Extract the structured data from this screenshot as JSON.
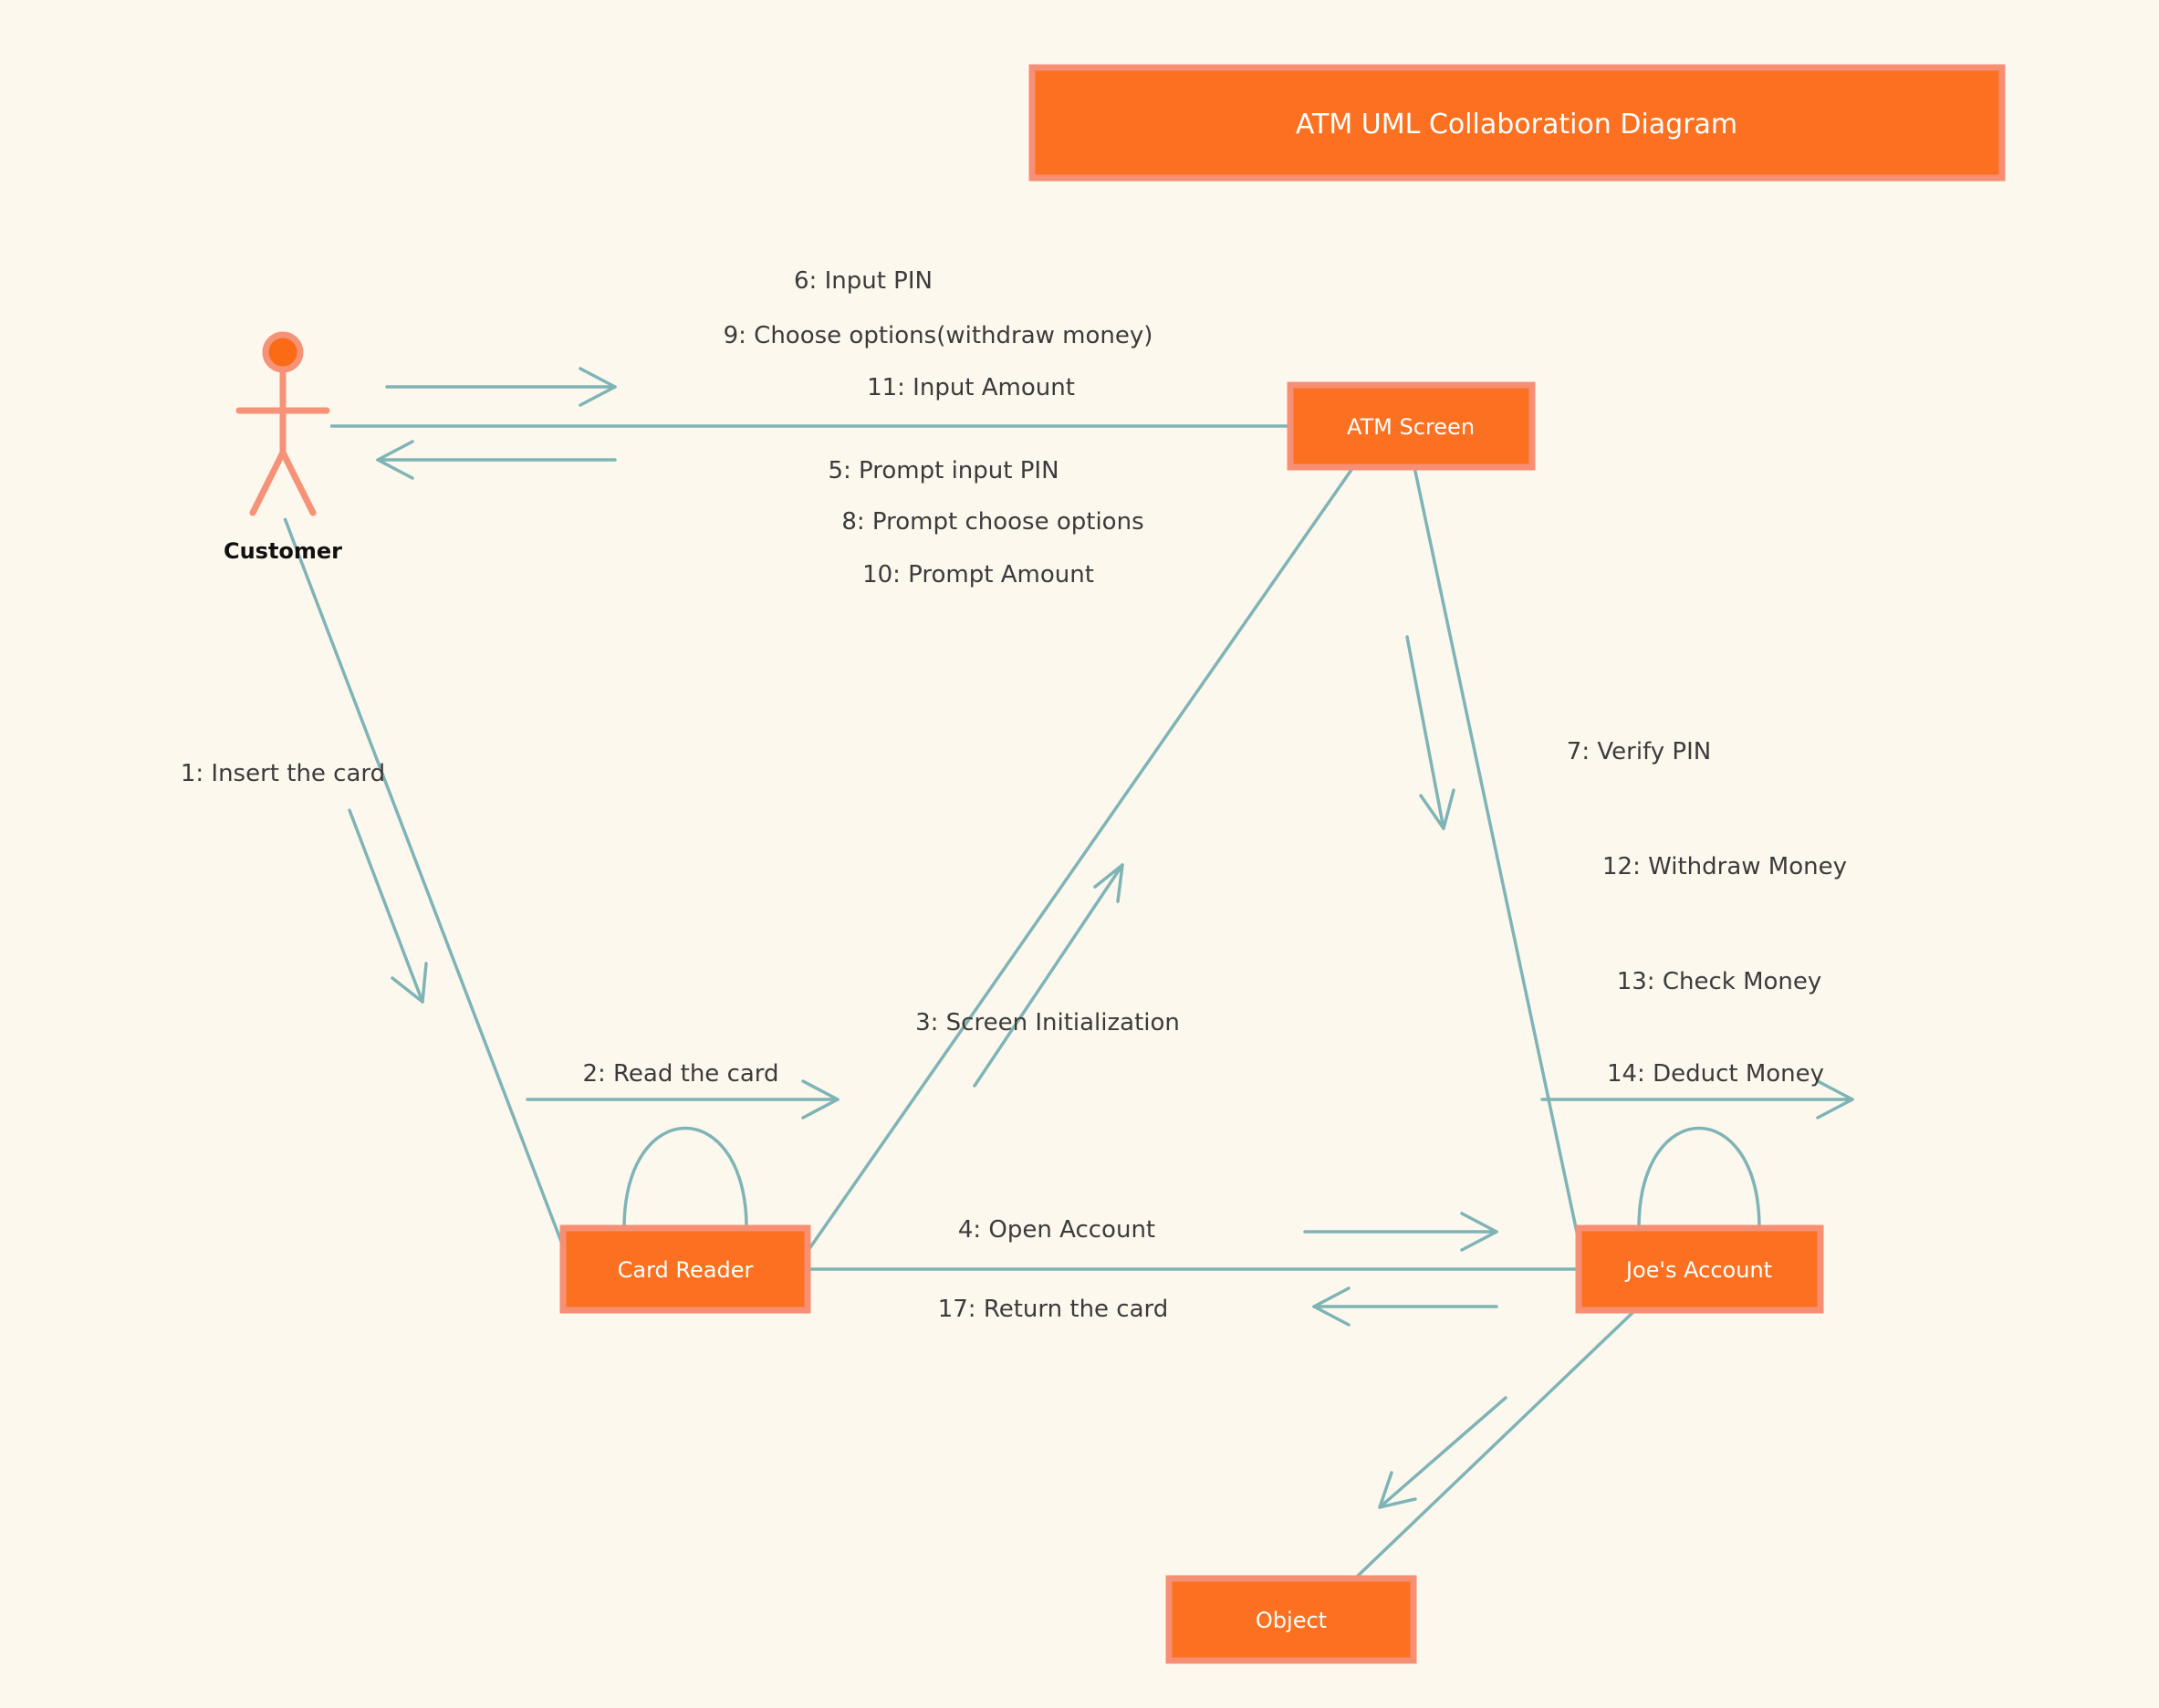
{
  "title": "ATM UML Collaboration Diagram",
  "colors": {
    "background": "#fdf8ee",
    "box_fill": "#fb7121",
    "box_border": "#f68f74",
    "connector": "#7fb4b6",
    "actor": "#f59278",
    "actor_head": "#fb6a14"
  },
  "actor": {
    "label": "Customer"
  },
  "nodes": {
    "atm_screen": "ATM Screen",
    "card_reader": "Card Reader",
    "joes_account": "Joe's Account",
    "object": "Object"
  },
  "messages": {
    "m6": "6: Input PIN",
    "m9": "9: Choose options(withdraw money)",
    "m11": "11: Input Amount",
    "m5": "5: Prompt input PIN",
    "m8": "8: Prompt choose options",
    "m10": "10: Prompt Amount",
    "m1": "1: Insert the card",
    "m2": "2: Read the card",
    "m3": "3: Screen Initialization",
    "m4": "4: Open Account",
    "m17": "17: Return the card",
    "m7": "7: Verify PIN",
    "m12": "12: Withdraw Money",
    "m13": "13: Check Money",
    "m14": "14: Deduct Money"
  }
}
